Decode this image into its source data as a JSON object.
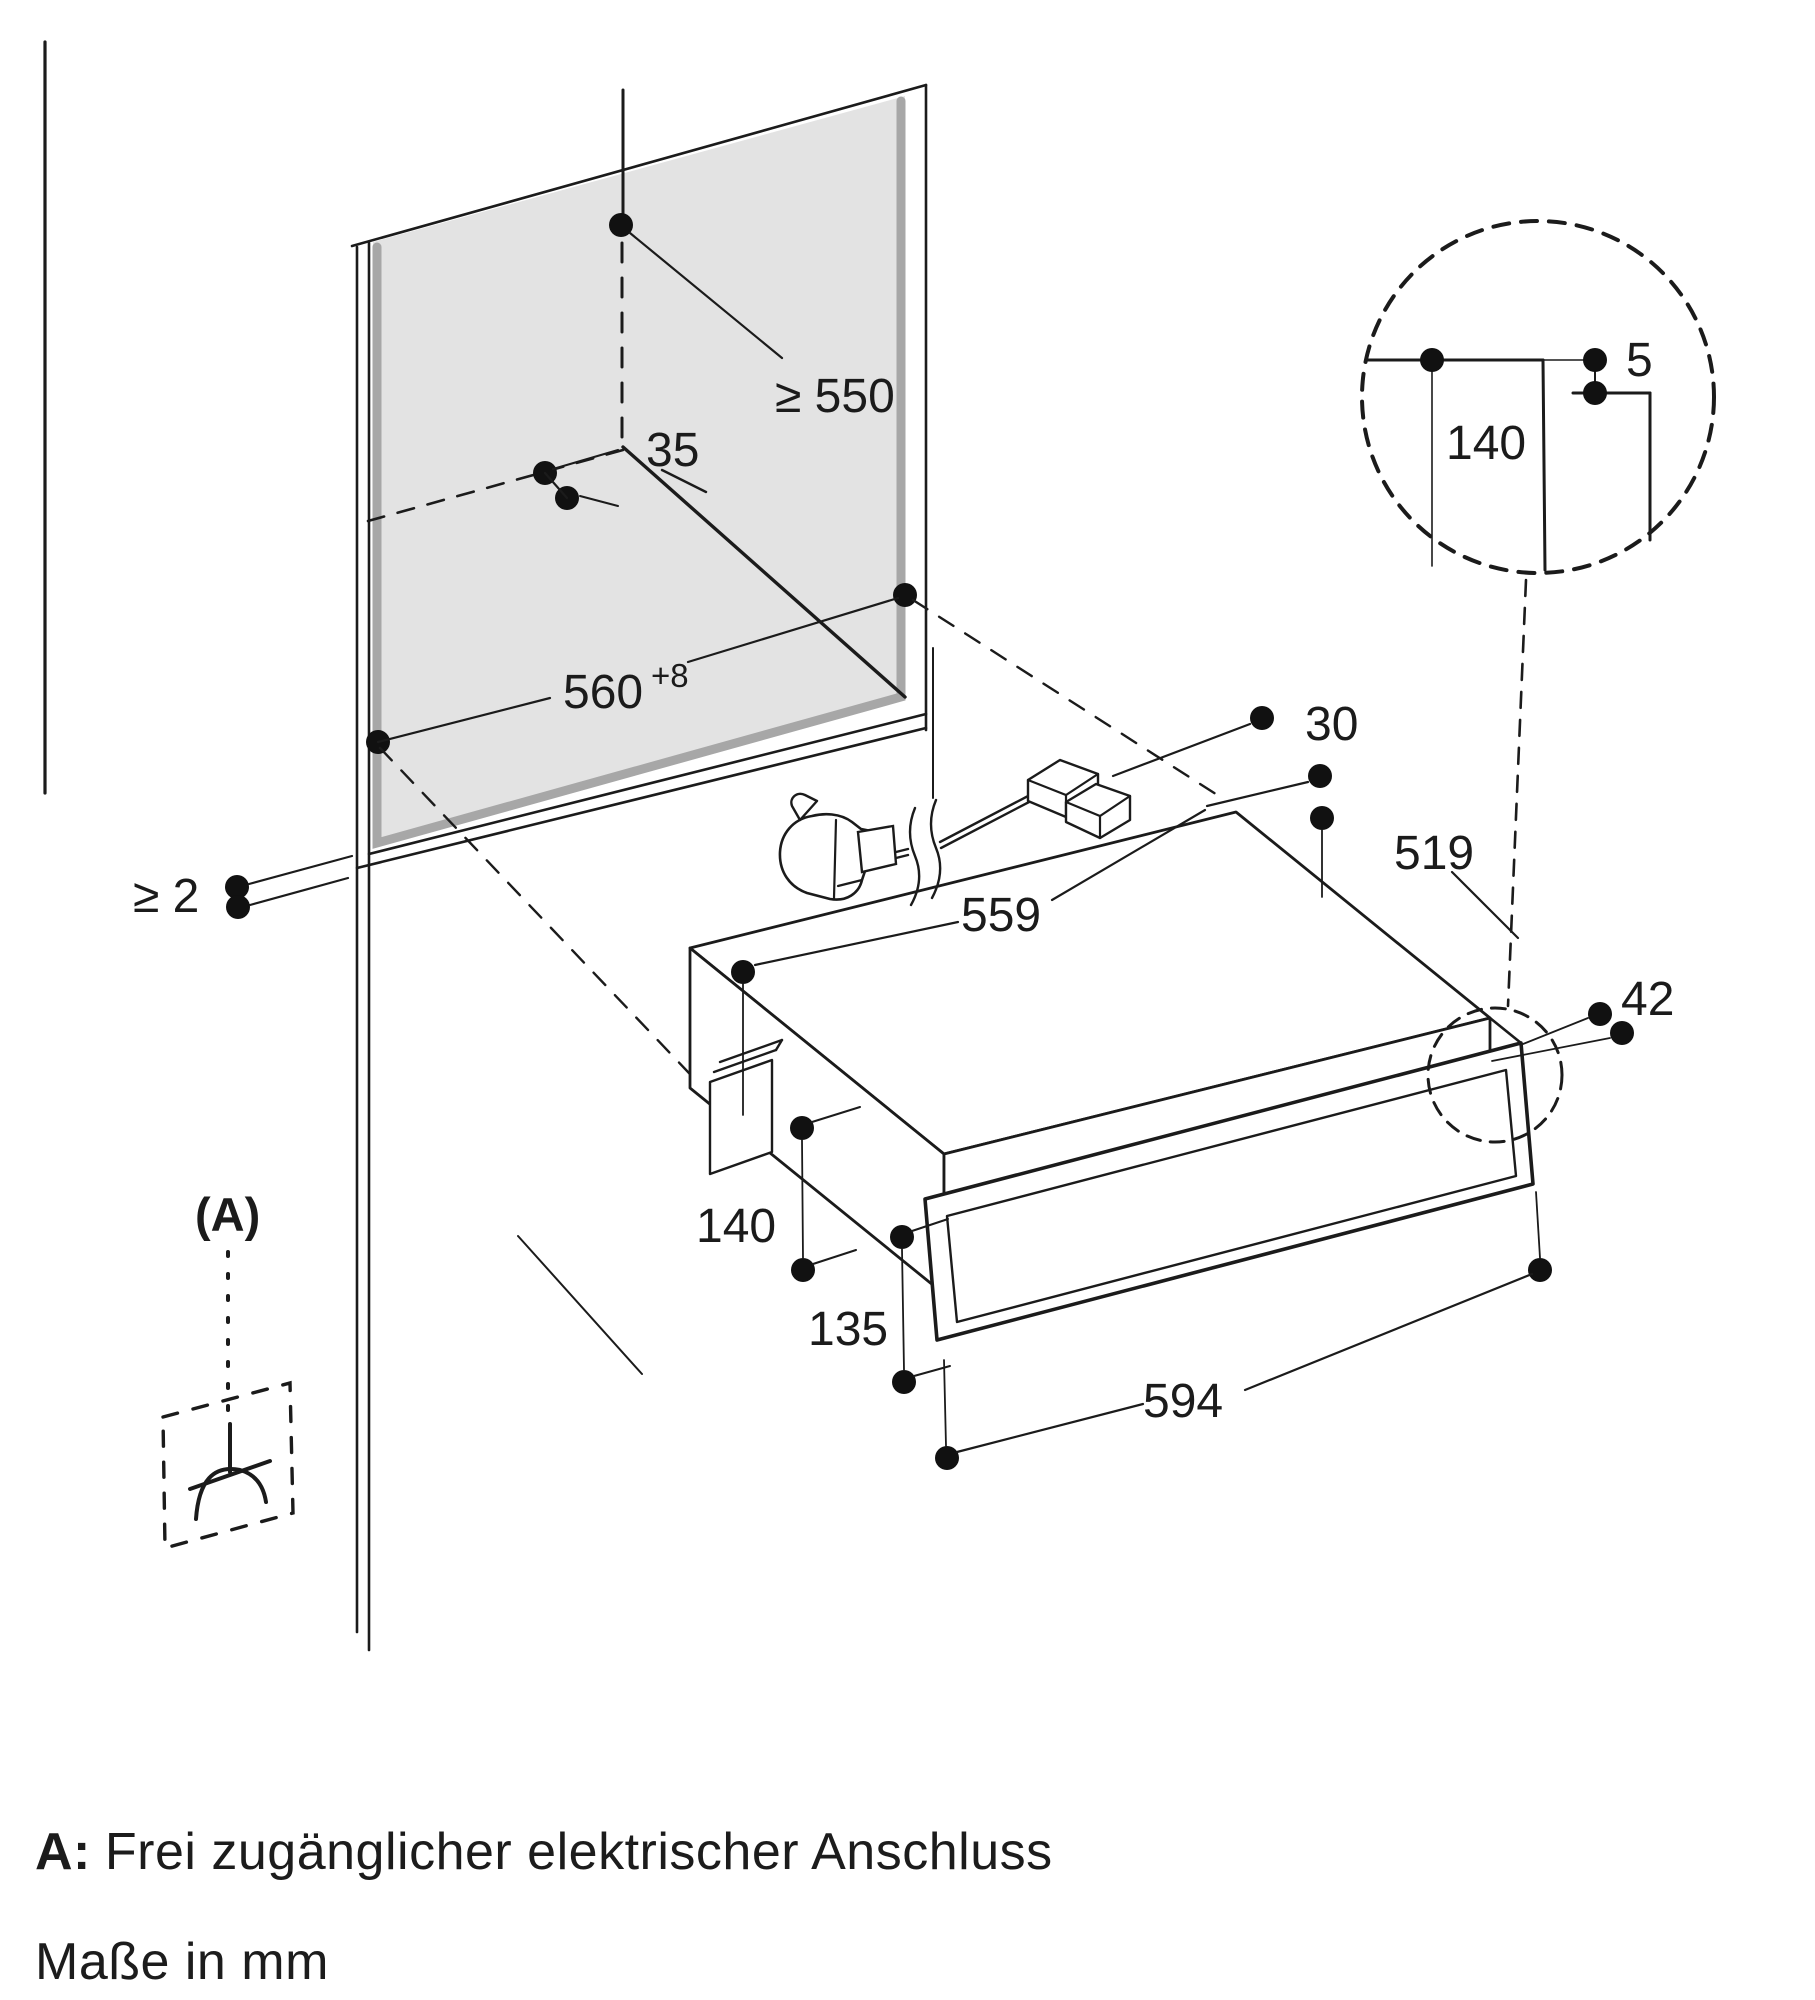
{
  "diagram": {
    "dims": {
      "niche_depth": "≥ 550",
      "corner_offset": "35",
      "niche_width": "560",
      "niche_width_tolerance": "+8",
      "side_gap": "≥ 2",
      "detail_gap": "5",
      "detail_height": "140",
      "rear_clearance": "30",
      "appliance_depth": "519",
      "appliance_width": "559",
      "front_offset": "42",
      "body_height": "140",
      "front_height": "135",
      "front_width": "594"
    },
    "connection_label": "(A)",
    "caption": {
      "prefix": "A:",
      "text": "Frei zugänglicher elektrischer Anschluss"
    },
    "units_note": "Maße in mm"
  }
}
